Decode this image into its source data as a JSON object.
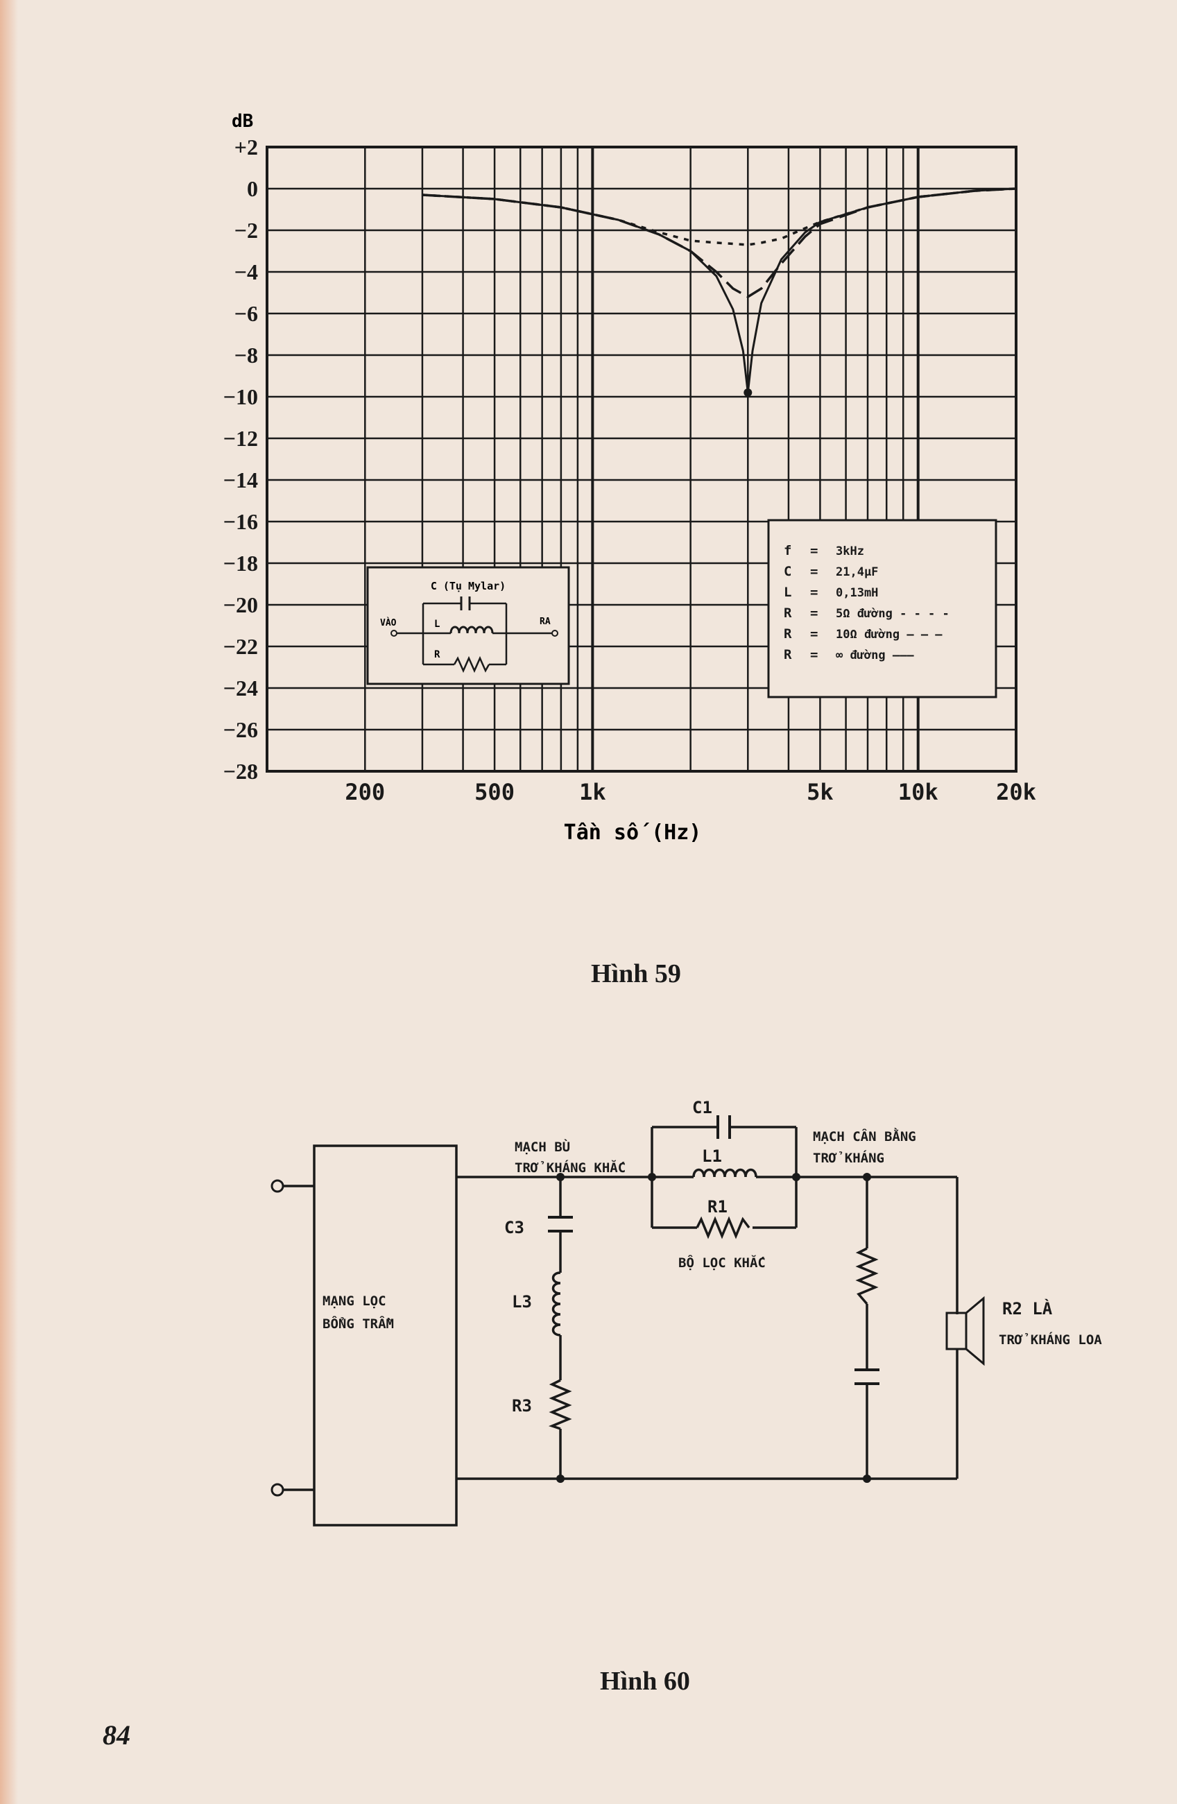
{
  "figure59": {
    "caption": "Hình 59",
    "chart_data": {
      "type": "line",
      "ylabel_unit": "dB",
      "xlabel": "Tần số (Hz)",
      "x_scale": "log",
      "xlim": [
        100,
        20000
      ],
      "ylim": [
        -28,
        2
      ],
      "y_ticks": [
        "+2",
        "0",
        "−2",
        "−4",
        "−6",
        "−8",
        "−10",
        "−12",
        "−14",
        "−16",
        "−18",
        "−20",
        "−22",
        "−24",
        "−26",
        "−28"
      ],
      "x_ticks": [
        {
          "label": "200",
          "value": 200
        },
        {
          "label": "500",
          "value": 500
        },
        {
          "label": "1k",
          "value": 1000
        },
        {
          "label": "5k",
          "value": 5000
        },
        {
          "label": "10k",
          "value": 10000
        },
        {
          "label": "20k",
          "value": 20000
        }
      ],
      "grid": true,
      "series": [
        {
          "style": "dashed",
          "x": [
            300,
            500,
            800,
            1200,
            1600,
            2000,
            2400,
            2700,
            3000,
            3300,
            3800,
            4500,
            5000,
            7000,
            10000,
            15000,
            20000
          ],
          "y": [
            -0.3,
            -0.5,
            -0.9,
            -1.5,
            -2.1,
            -2.5,
            -2.6,
            -2.65,
            -2.7,
            -2.6,
            -2.4,
            -1.9,
            -1.6,
            -0.9,
            -0.4,
            -0.1,
            0
          ]
        },
        {
          "style": "dash-long",
          "x": [
            300,
            500,
            800,
            1200,
            1600,
            2000,
            2400,
            2700,
            3000,
            3300,
            3800,
            4500,
            5000,
            7000,
            10000,
            15000,
            20000
          ],
          "y": [
            -0.3,
            -0.5,
            -0.9,
            -1.5,
            -2.2,
            -3.0,
            -4.0,
            -4.8,
            -5.2,
            -4.8,
            -3.6,
            -2.3,
            -1.7,
            -0.9,
            -0.4,
            -0.1,
            0
          ]
        },
        {
          "style": "solid",
          "x": [
            300,
            500,
            800,
            1200,
            1600,
            2000,
            2400,
            2700,
            2900,
            3000,
            3100,
            3300,
            3800,
            4500,
            5000,
            7000,
            10000,
            15000,
            20000
          ],
          "y": [
            -0.3,
            -0.5,
            -0.9,
            -1.5,
            -2.2,
            -3.0,
            -4.2,
            -5.8,
            -7.8,
            -9.8,
            -7.8,
            -5.5,
            -3.4,
            -2.1,
            -1.6,
            -0.9,
            -0.4,
            -0.1,
            0
          ]
        }
      ]
    },
    "inset_circuit": {
      "capacitor": "C (Tụ Mylar)",
      "inductor": "L",
      "resistor": "R",
      "input": "VÀO",
      "output": "RA"
    },
    "legend_box": {
      "lines": [
        {
          "sym": "f",
          "eq": "=",
          "val": "3kHz"
        },
        {
          "sym": "C",
          "eq": "=",
          "val": "21,4μF"
        },
        {
          "sym": "L",
          "eq": "=",
          "val": "0,13mH"
        },
        {
          "sym": "R",
          "eq": "=",
          "val": "5Ω đường - - - -"
        },
        {
          "sym": "R",
          "eq": "=",
          "val": "10Ω đường — — —"
        },
        {
          "sym": "R",
          "eq": "=",
          "val": "∞ đường ———"
        }
      ]
    }
  },
  "figure60": {
    "caption": "Hình 60",
    "filter_block": [
      "MẠNG LỌC",
      "BỔNG TRẦM"
    ],
    "comp_label": [
      "MẠCH BÙ",
      "TRỞ KHÁNG KHẮC"
    ],
    "balance_label": [
      "MẠCH CÂN BẰNG",
      "TRỞ KHÁNG"
    ],
    "notch_label": "BỘ LỌC KHẮC",
    "c1": "C1",
    "l1": "L1",
    "r1": "R1",
    "c3": "C3",
    "l3": "L3",
    "r3": "R3",
    "speaker_label": [
      "R2 LÀ",
      "TRỞ KHÁNG LOA"
    ]
  },
  "page_number": "84"
}
